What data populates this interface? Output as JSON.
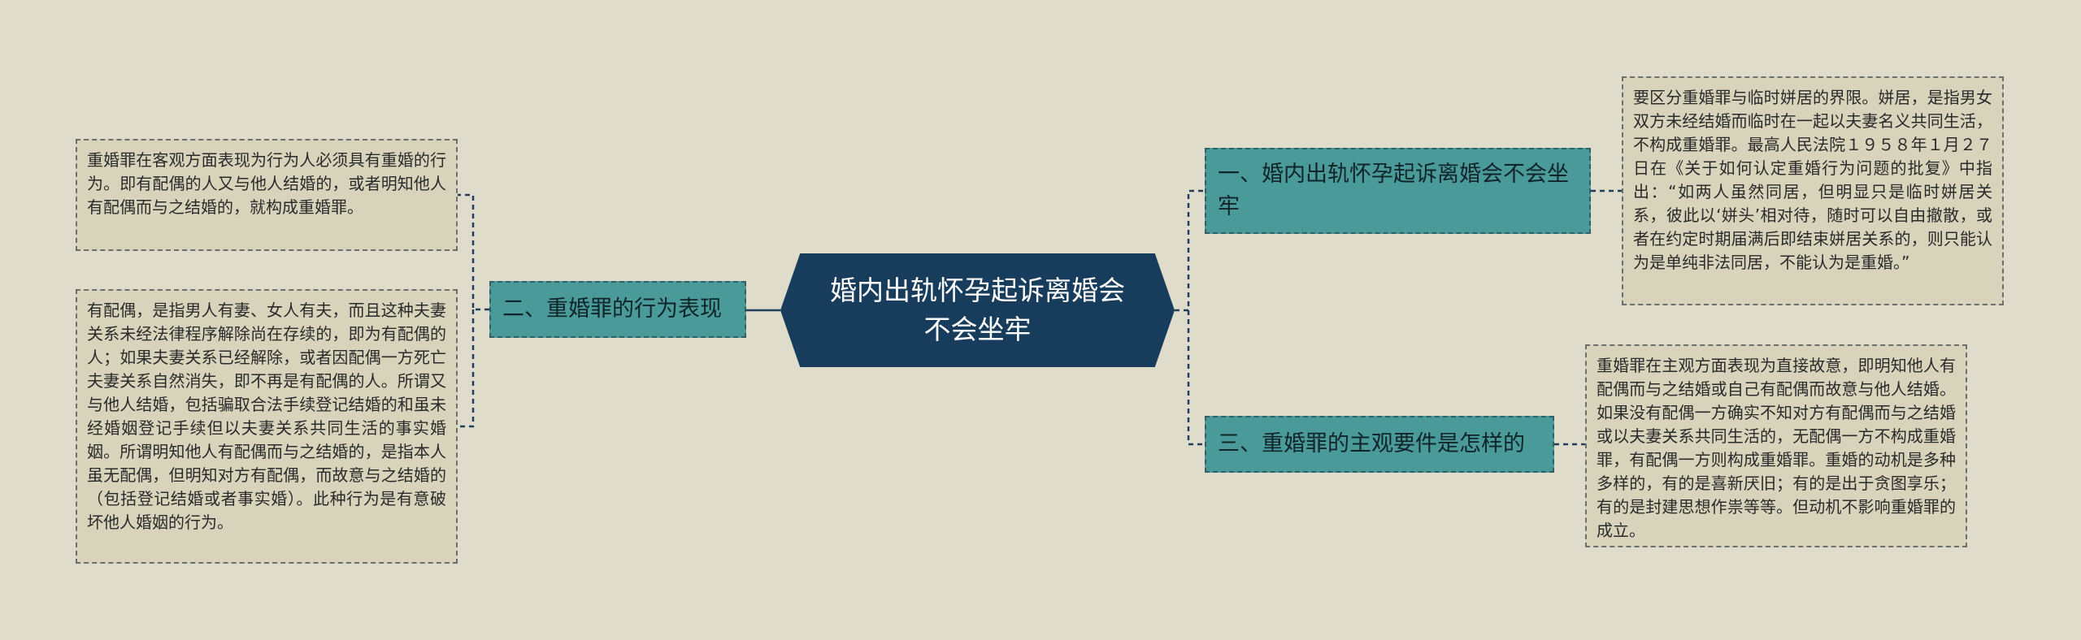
{
  "mindmap": {
    "root": "婚内出轨怀孕起诉离婚会不会坐牢",
    "branches": [
      {
        "title": "一、婚内出轨怀孕起诉离婚会不会坐牢",
        "leaves": [
          "要区分重婚罪与临时姘居的界限。姘居，是指男女双方未经结婚而临时在一起以夫妻名义共同生活，不构成重婚罪。最高人民法院１９５８年１月２７日在《关于如何认定重婚行为问题的批复》中指出：“如两人虽然同居，但明显只是临时姘居关系，彼此以‘姘头’相对待，随时可以自由撤散，或者在约定时期届满后即结束姘居关系的，则只能认为是单纯非法同居，不能认为是重婚。”"
        ]
      },
      {
        "title": "二、重婚罪的行为表现",
        "leaves": [
          "重婚罪在客观方面表现为行为人必须具有重婚的行为。即有配偶的人又与他人结婚的，或者明知他人有配偶而与之结婚的，就构成重婚罪。",
          "有配偶，是指男人有妻、女人有夫，而且这种夫妻关系未经法律程序解除尚在存续的，即为有配偶的人；如果夫妻关系已经解除，或者因配偶一方死亡夫妻关系自然消失，即不再是有配偶的人。所谓又与他人结婚，包括骗取合法手续登记结婚的和虽未经婚姻登记手续但以夫妻关系共同生活的事实婚姻。所谓明知他人有配偶而与之结婚的，是指本人虽无配偶，但明知对方有配偶，而故意与之结婚的（包括登记结婚或者事实婚）。此种行为是有意破坏他人婚姻的行为。"
        ]
      },
      {
        "title": "三、重婚罪的主观要件是怎样的",
        "leaves": [
          "重婚罪在主观方面表现为直接故意，即明知他人有配偶而与之结婚或自己有配偶而故意与他人结婚。如果没有配偶一方确实不知对方有配偶而与之结婚或以夫妻关系共同生活的，无配偶一方不构成重婚罪，有配偶一方则构成重婚罪。重婚的动机是多种多样的，有的是喜新厌旧；有的是出于贪图享乐；有的是封建思想作祟等等。但动机不影响重婚罪的成立。"
        ]
      }
    ]
  },
  "colors": {
    "background": "#dfdccc",
    "root_fill": "#173c5c",
    "branch_fill": "#4a9a9a",
    "leaf_fill": "#d8d4bc",
    "connector": "#1f3f5a"
  }
}
